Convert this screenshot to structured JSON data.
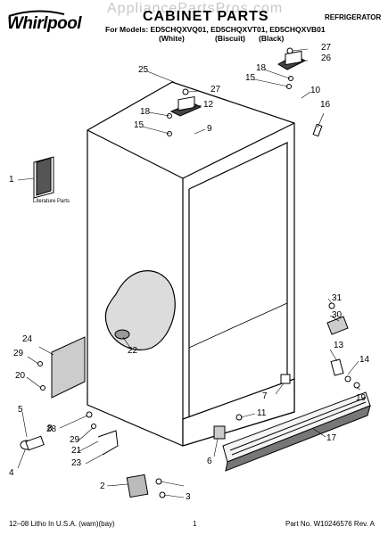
{
  "header": {
    "watermark": "AppliancePartsPros.com",
    "brand": "Whirlpool",
    "title": "CABINET PARTS",
    "product_type": "REFRIGERATOR",
    "models_prefix": "For Models:",
    "models": "ED5CHQXVQ01, ED5CHQXVT01, ED5CHQXVB01",
    "colors": [
      "(White)",
      "(Biscuit)",
      "(Black)"
    ]
  },
  "labels": {
    "literature": "Literature Parts"
  },
  "callouts": [
    "1",
    "2",
    "3",
    "4",
    "5",
    "6",
    "7",
    "8",
    "9",
    "10",
    "11",
    "12",
    "13",
    "14",
    "15",
    "15",
    "16",
    "17",
    "18",
    "18",
    "19",
    "20",
    "21",
    "22",
    "23",
    "24",
    "25",
    "26",
    "27",
    "27",
    "28",
    "29",
    "29",
    "30",
    "31"
  ],
  "footer": {
    "print_info": "12–08 Litho In U.S.A. (wam)(bay)",
    "page": "1",
    "part_no": "Part No. W10246576 Rev. A"
  }
}
